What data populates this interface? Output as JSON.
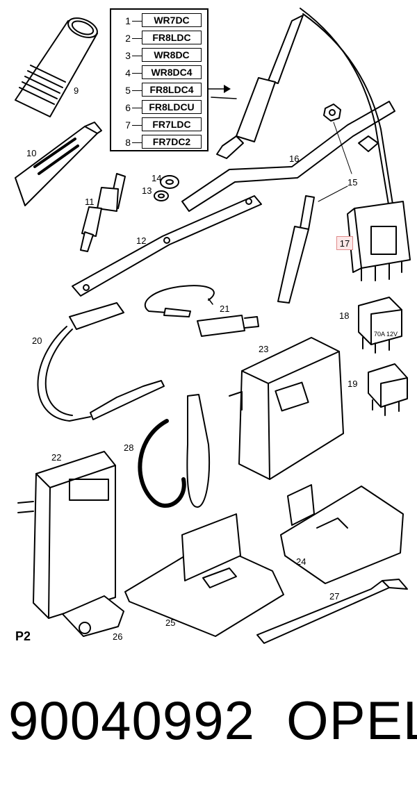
{
  "legend": [
    {
      "num": "1",
      "code": "WR7DC"
    },
    {
      "num": "2",
      "code": "FR8LDC"
    },
    {
      "num": "3",
      "code": "WR8DC"
    },
    {
      "num": "4",
      "code": "WR8DC4"
    },
    {
      "num": "5",
      "code": "FR8LDC4"
    },
    {
      "num": "6",
      "code": "FR8LDCU"
    },
    {
      "num": "7",
      "code": "FR7LDC"
    },
    {
      "num": "8",
      "code": "FR7DC2"
    }
  ],
  "callouts": {
    "n9": "9",
    "n10": "10",
    "n11": "11",
    "n12": "12",
    "n13": "13",
    "n14": "14",
    "n15": "15",
    "n16": "16",
    "n17": "17",
    "n18": "18",
    "n19": "19",
    "n20": "20",
    "n21": "21",
    "n22": "22",
    "n23": "23",
    "n24": "24",
    "n25": "25",
    "n26": "26",
    "n27": "27",
    "n28": "28"
  },
  "relay_label": "70A 12V",
  "page_ref": "P2",
  "part_number": "90040992",
  "brand": "OPEL"
}
